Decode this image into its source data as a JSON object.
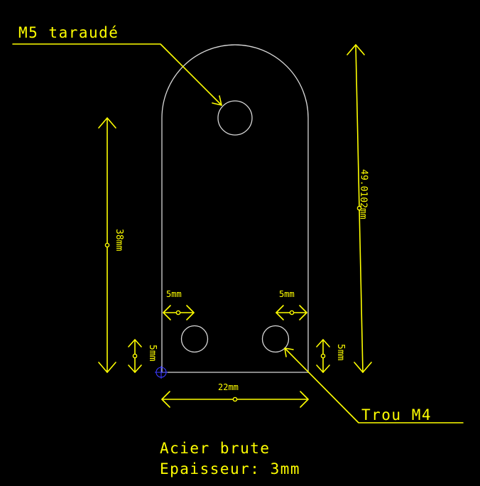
{
  "labels": {
    "thread": "M5 taraudé",
    "hole": "Trou M4",
    "material": "Acier brute",
    "thickness": "Epaisseur: 3mm"
  },
  "dimensions": {
    "hole_left_offset": "5mm",
    "hole_right_offset": "5mm",
    "total_width": "22mm",
    "height_to_hole": "38mm",
    "total_height": "49.0102mm",
    "hole_bottom_left": "5mm",
    "hole_bottom_right": "5mm"
  },
  "colors": {
    "background": "#000000",
    "outline": "#d8d8d8",
    "dimension": "#ffff00",
    "origin_marker": "#3a3aff"
  }
}
